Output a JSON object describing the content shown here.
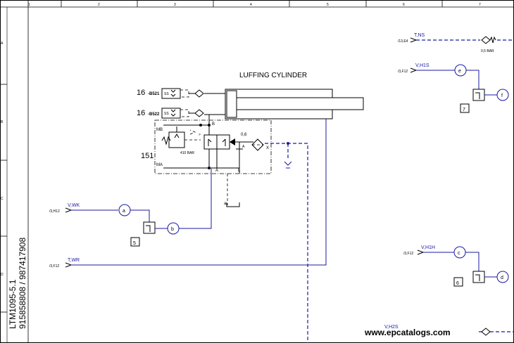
{
  "frame": {
    "columns": [
      "1",
      "2",
      "3",
      "4",
      "5",
      "6",
      "7"
    ],
    "rows": [
      "A",
      "B",
      "C",
      "D"
    ],
    "doc_number": "LTM1095-5.1",
    "doc_sub": "915858808  /  987417908"
  },
  "diagram": {
    "title": "LUFFING CYLINDER",
    "sensor_ref_1": "16",
    "sensor_ref_2": "16",
    "sensor_1": "-B521",
    "sensor_2": "-B522",
    "valve_block": "151",
    "mb_label": "MB",
    "ma_label": "MA",
    "port_b": "B",
    "port_a": "A",
    "port_l": "L",
    "port_a2": "A",
    "port_x": "X",
    "pressure_label": "410 BAR",
    "orifice_label": "0,6",
    "tank_port": "a",
    "lines": {
      "tns": {
        "name": "T,NS",
        "ref": "/13,E4"
      },
      "vh1s": {
        "name": "V,H1S",
        "ref": "/3,F12"
      },
      "vwk": {
        "name": "V,WK",
        "ref": "/3,H12"
      },
      "twr": {
        "name": "T,WR",
        "ref": "/3,F12"
      },
      "vh1h": {
        "name": "V,H1H",
        "ref": "/3,F12"
      },
      "vh2s": {
        "name": "V,H2S"
      }
    },
    "check_valve_label": "0,5 BAR",
    "connectors": [
      "a",
      "b",
      "c",
      "d",
      "e",
      "f"
    ],
    "boxes": [
      "5",
      "6",
      "7"
    ],
    "watermark": "www.epcatalogs.com"
  }
}
